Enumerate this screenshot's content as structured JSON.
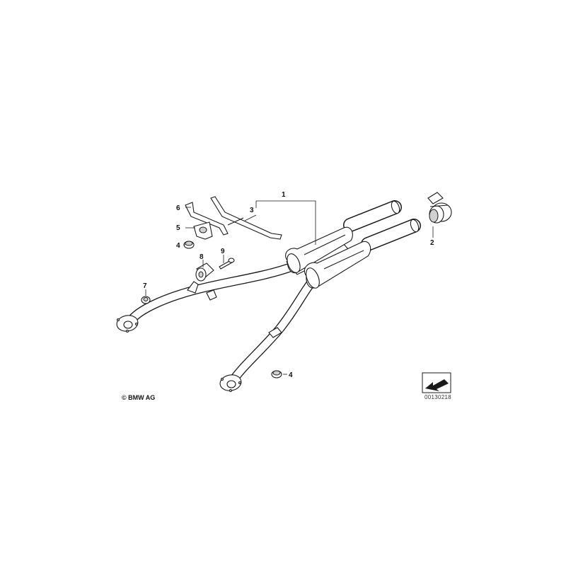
{
  "callouts": {
    "c1": "1",
    "c2": "2",
    "c3": "3",
    "c4a": "4",
    "c4b": "4",
    "c5": "5",
    "c6": "6",
    "c7": "7",
    "c8": "8",
    "c9": "9"
  },
  "copyright": "© BMW AG",
  "doc_number": "00130218"
}
